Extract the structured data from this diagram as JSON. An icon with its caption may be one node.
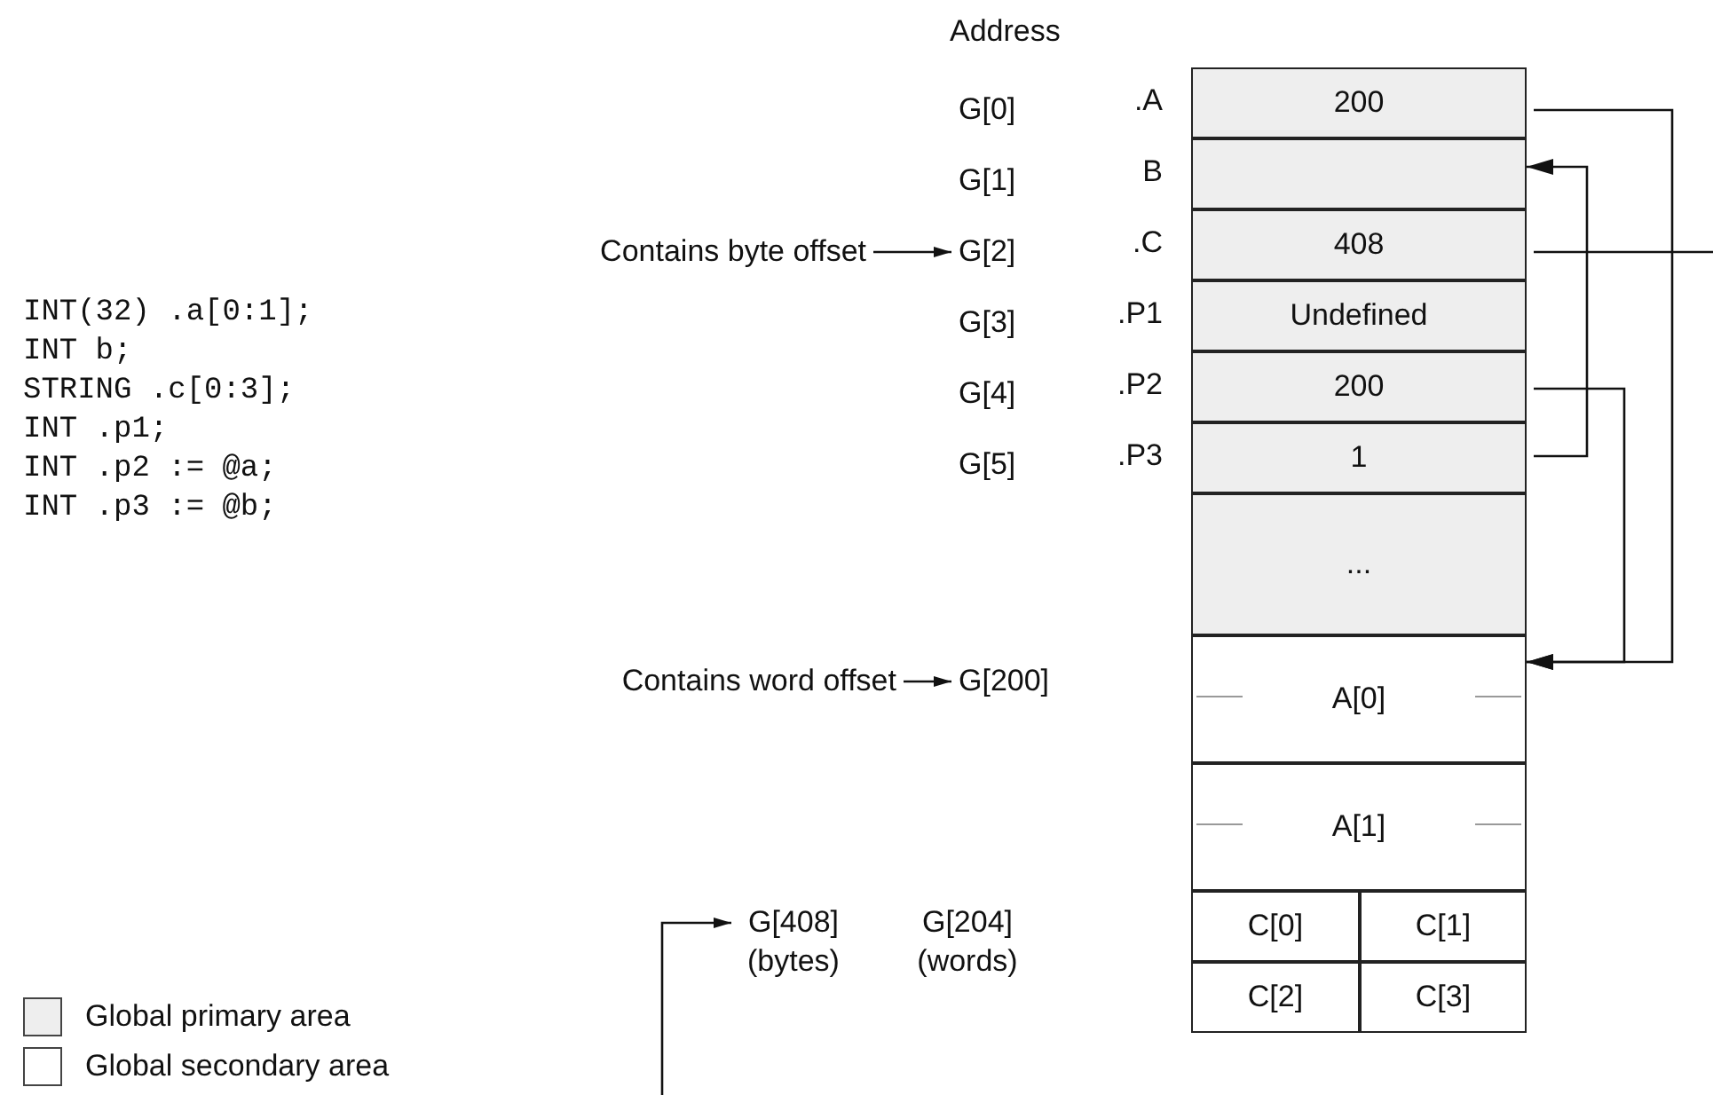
{
  "diagram": {
    "nodes": [
      {
        "text": [
          "200"
        ],
        "beside": [
          ".A"
        ]
      },
      {
        "text": [],
        "shape": "box",
        "beside": [
          "B"
        ]
      },
      {
        "text": [
          "408"
        ],
        "beside": [
          ".C"
        ]
      },
      {
        "text": [
          "Undefined"
        ],
        "beside": [
          ".P1"
        ]
      },
      {
        "text": [
          "200"
        ],
        "beside": [
          ".P2"
        ]
      },
      {
        "text": [
          "1"
        ],
        "beside": [
          ".P3"
        ]
      },
      {
        "text": [
          "..."
        ]
      },
      {
        "text": [
          "A[0]"
        ]
      },
      {
        "text": [
          "A[1]"
        ]
      },
      {
        "text": [
          "C[0]"
        ]
      },
      {
        "text": [
          "C[1]"
        ]
      },
      {
        "text": [
          "C[2]"
        ]
      },
      {
        "text": [
          "C[3]"
        ]
      },
      {
        "text": [
          "Contains byte offset"
        ]
      },
      {
        "text": [
          "G[2]"
        ]
      },
      {
        "text": [
          "Contains word offset"
        ]
      },
      {
        "text": [
          "G[200]"
        ]
      },
      {
        "text": [
          "G[408] (bytes)"
        ]
      }
    ],
    "edges": [
      {
        "from": 13,
        "to": 14,
        "arrow": "to"
      },
      {
        "from": 0,
        "to": 7,
        "arrow": "to"
      },
      {
        "from": 5,
        "to": 1,
        "arrow": "to"
      },
      {
        "from": 2,
        "to": null,
        "arrow": "none"
      },
      {
        "from": 4,
        "to": 7,
        "arrow": "to"
      },
      {
        "from": 15,
        "to": 16,
        "arrow": "to"
      },
      {
        "from": null,
        "to": 17,
        "arrow": "to"
      }
    ],
    "labels": [
      "Address",
      "G[0]",
      "G[1]",
      "G[3]",
      "G[4]",
      "G[5]",
      "INT(32) .a[0:1];",
      "INT b;",
      "STRING .c[0:3];",
      "INT .p1;",
      "INT .p2 := @a;",
      "INT .p3 := @b;",
      "G[204] (words)"
    ],
    "legend": [
      {
        "text": "Global primary area",
        "color": "#eeeeee"
      },
      {
        "text": "Global secondary area",
        "color": "#ffffff"
      }
    ]
  }
}
